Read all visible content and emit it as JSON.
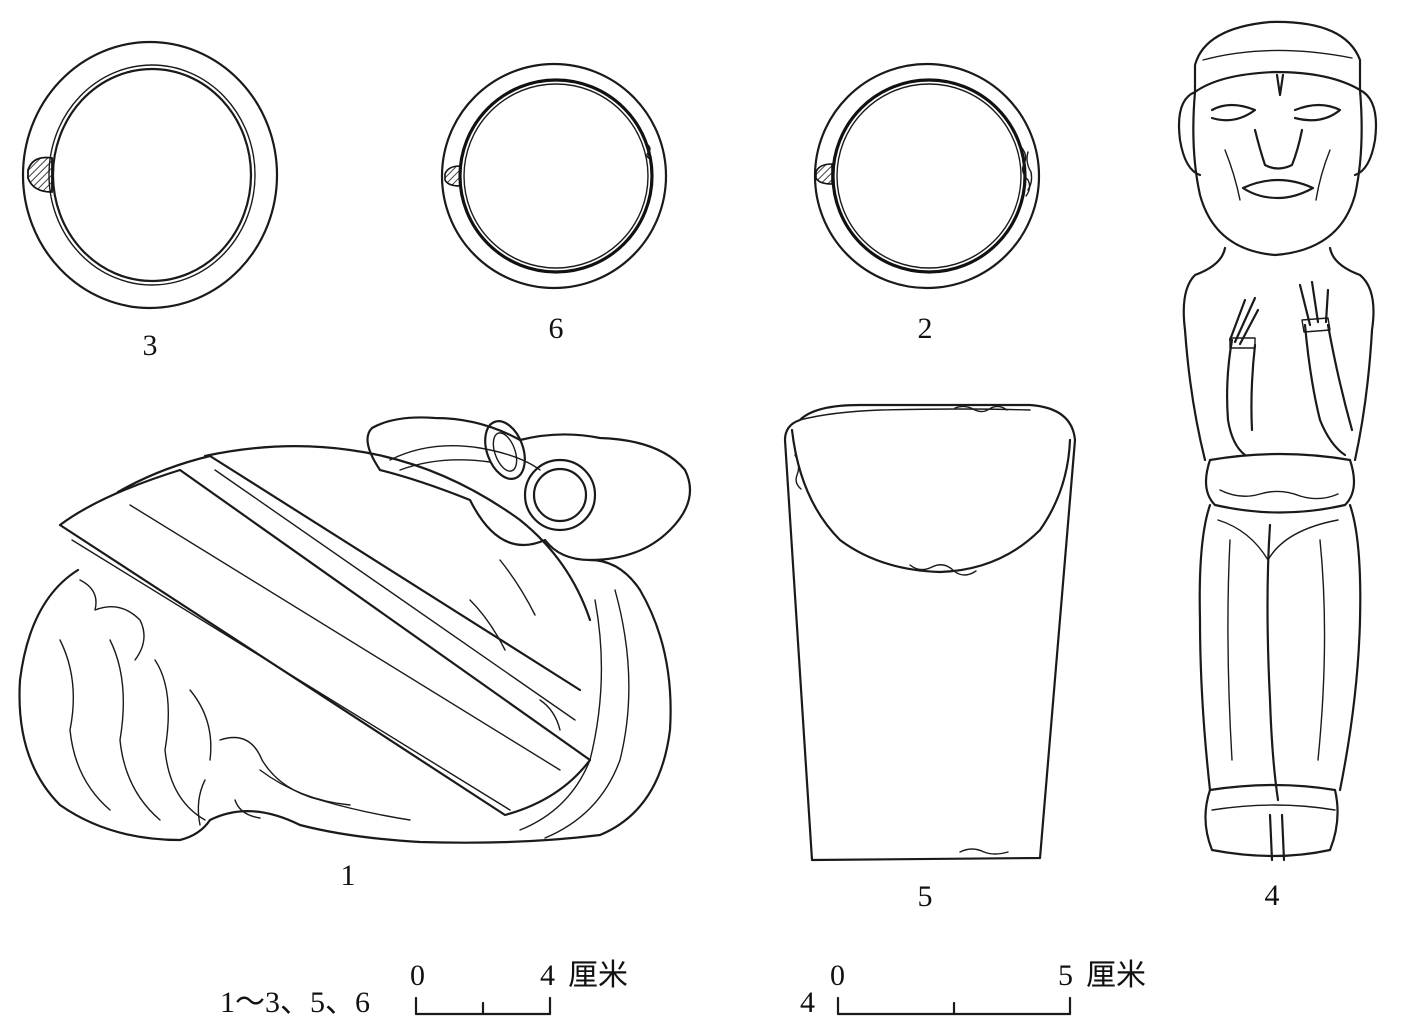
{
  "figures": [
    {
      "id": "fig-3",
      "label": "3"
    },
    {
      "id": "fig-5",
      "label": "5"
    },
    {
      "id": "fig-6",
      "label": "6"
    },
    {
      "id": "fig-1",
      "label": "1"
    },
    {
      "id": "fig-2",
      "label": "2"
    },
    {
      "id": "fig-4",
      "label": "4"
    }
  ],
  "scale_bars": [
    {
      "applies_to": "1～3、5、6",
      "start": "0",
      "end": "4",
      "unit": "厘米"
    },
    {
      "applies_to": "4",
      "start": "0",
      "end": "5",
      "unit": "厘米"
    }
  ]
}
